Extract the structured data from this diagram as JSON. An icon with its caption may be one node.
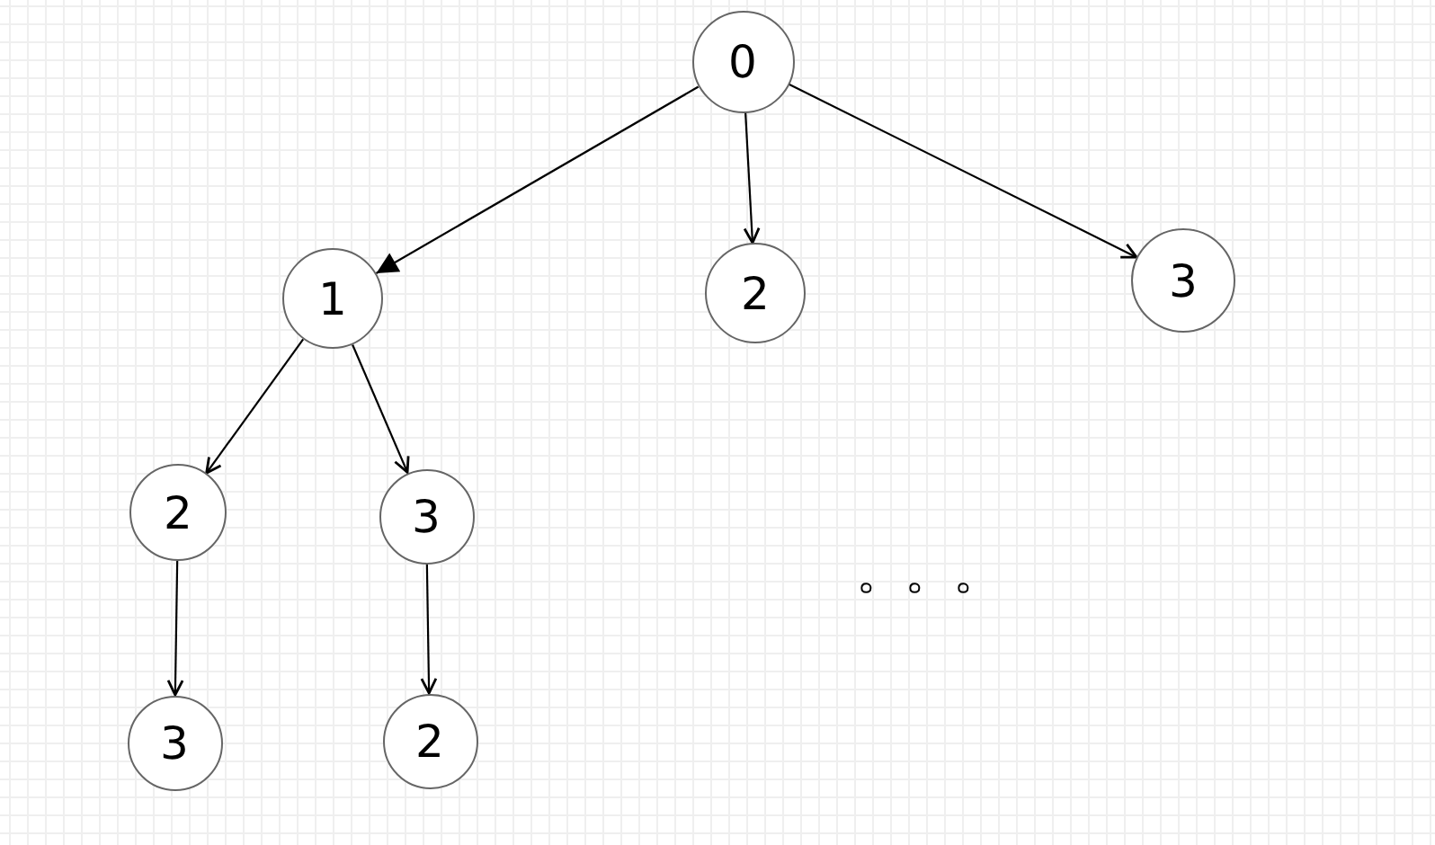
{
  "diagram": {
    "nodes": [
      {
        "text": [
          "0"
        ]
      },
      {
        "text": [
          "1"
        ]
      },
      {
        "text": [
          "2"
        ]
      },
      {
        "text": [
          "3"
        ]
      },
      {
        "text": [
          "2"
        ]
      },
      {
        "text": [
          "3"
        ]
      },
      {
        "text": [
          "3"
        ]
      },
      {
        "text": [
          "2"
        ]
      }
    ],
    "edges": [
      {
        "from": 0,
        "to": 1,
        "arrow": "to"
      },
      {
        "from": 0,
        "to": 2,
        "arrow": "to"
      },
      {
        "from": 0,
        "to": 3,
        "arrow": "to"
      },
      {
        "from": 1,
        "to": 4,
        "arrow": "to"
      },
      {
        "from": 1,
        "to": 5,
        "arrow": "to"
      },
      {
        "from": 4,
        "to": 6,
        "arrow": "to"
      },
      {
        "from": 5,
        "to": 7,
        "arrow": "to"
      }
    ],
    "labels": [
      "。。。"
    ]
  }
}
